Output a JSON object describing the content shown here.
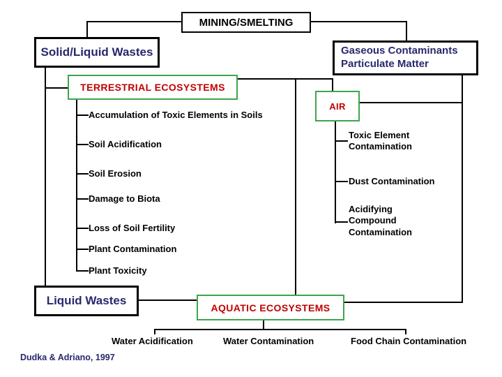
{
  "colors": {
    "navy_text": "#28286E",
    "red_text": "#C00000",
    "green_border": "#3CA64C",
    "line_black": "#000000",
    "background": "#FFFFFF"
  },
  "diagram": {
    "root": {
      "label": "MINING/SMELTING"
    },
    "solid_liquid_wastes": {
      "label": "Solid/Liquid Wastes"
    },
    "gaseous_contaminants": {
      "lines": [
        "Gaseous Contaminants",
        "Particulate Matter"
      ]
    },
    "liquid_wastes": {
      "label": "Liquid Wastes"
    },
    "terrestrial": {
      "label": "TERRESTRIAL ECOSYSTEMS",
      "impacts": [
        "Accumulation of Toxic Elements in Soils",
        "Soil Acidification",
        "Soil Erosion",
        "Damage to Biota",
        "Loss of Soil Fertility",
        "Plant Contamination",
        "Plant Toxicity"
      ]
    },
    "air": {
      "label": "AIR",
      "impacts": [
        "Toxic Element Contamination",
        "Dust Contamination",
        "Acidifying Compound Contamination"
      ]
    },
    "aquatic": {
      "label": "AQUATIC ECOSYSTEMS",
      "impacts": [
        "Water Acidification",
        "Water Contamination",
        "Food Chain Contamination"
      ]
    },
    "citation": "Dudka & Adriano, 1997"
  }
}
